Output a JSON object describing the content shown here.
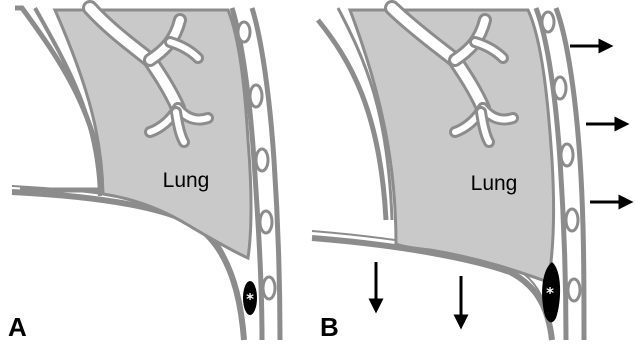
{
  "panels": [
    {
      "label": "A",
      "lung_label": "Lung",
      "marker": "*"
    },
    {
      "label": "B",
      "lung_label": "Lung",
      "marker": "*"
    }
  ],
  "colors": {
    "tissue": "#c9c9c9",
    "outline": "#8c8c8c",
    "background": "#ffffff",
    "effusion": "#000000",
    "arrow": "#000000"
  }
}
